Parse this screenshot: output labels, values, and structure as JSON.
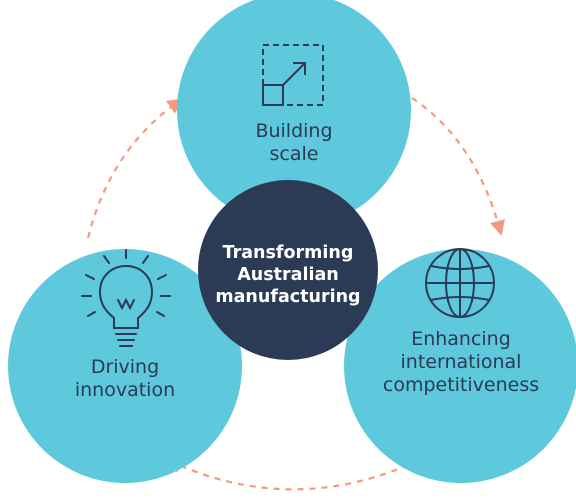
{
  "diagram": {
    "center": {
      "label": "Transforming Australian manufacturing"
    },
    "nodes": [
      {
        "id": "building-scale",
        "label_line1": "Building",
        "label_line2": "scale",
        "icon": "scale-arrow-icon"
      },
      {
        "id": "enhancing",
        "label_line1": "Enhancing",
        "label_line2": "international",
        "label_line3": "competitiveness",
        "icon": "globe-icon"
      },
      {
        "id": "driving",
        "label_line1": "Driving",
        "label_line2": "innovation",
        "icon": "lightbulb-icon"
      }
    ],
    "colors": {
      "node_fill": "#5ec8dd",
      "center_fill": "#2b3a55",
      "icon_stroke": "#2b3a55",
      "arrow": "#f19a80",
      "text": "#2b3a55",
      "center_text": "#ffffff"
    },
    "cycle_direction": "clockwise"
  }
}
